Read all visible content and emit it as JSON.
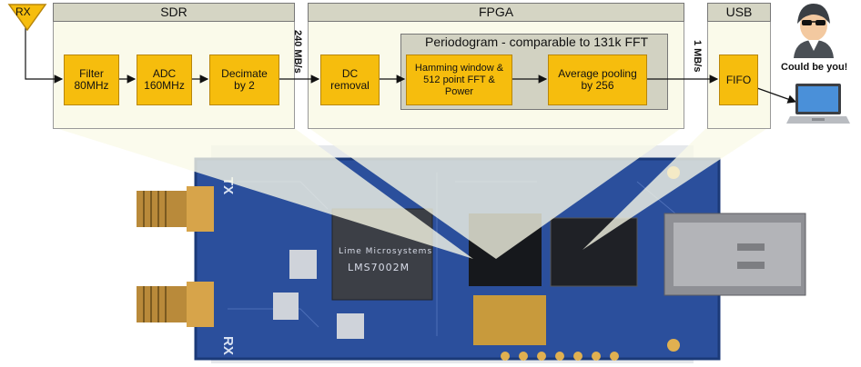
{
  "rx_label": "RX",
  "sections": {
    "sdr": "SDR",
    "fpga": "FPGA",
    "usb": "USB"
  },
  "subsection_title": "Periodogram - comparable to 131k FFT",
  "blocks": {
    "filter": "Filter\n80MHz",
    "adc": "ADC\n160MHz",
    "decimate": "Decimate\nby 2",
    "dc": "DC\nremoval",
    "hamming": "Hamming window &\n512 point FFT &\nPower",
    "avg": "Average pooling\nby 256",
    "fifo": "FIFO"
  },
  "rates": {
    "sdr_to_fpga": "240 MB/s",
    "fpga_to_usb": "1 MB/s"
  },
  "user_caption": "Could be you!",
  "board": {
    "chip_brand": "Lime Microsystems",
    "chip_model": "LMS7002M",
    "silk_tx": "TX",
    "silk_rx": "RX"
  },
  "colors": {
    "block_fill": "#f6bd0d",
    "panel_fill": "#fafae8",
    "header_fill": "#d5d5c4",
    "pcb_blue": "#2b4f9c"
  },
  "icons": [
    "antenna-triangle-icon",
    "hacker-avatar-icon",
    "laptop-icon"
  ]
}
